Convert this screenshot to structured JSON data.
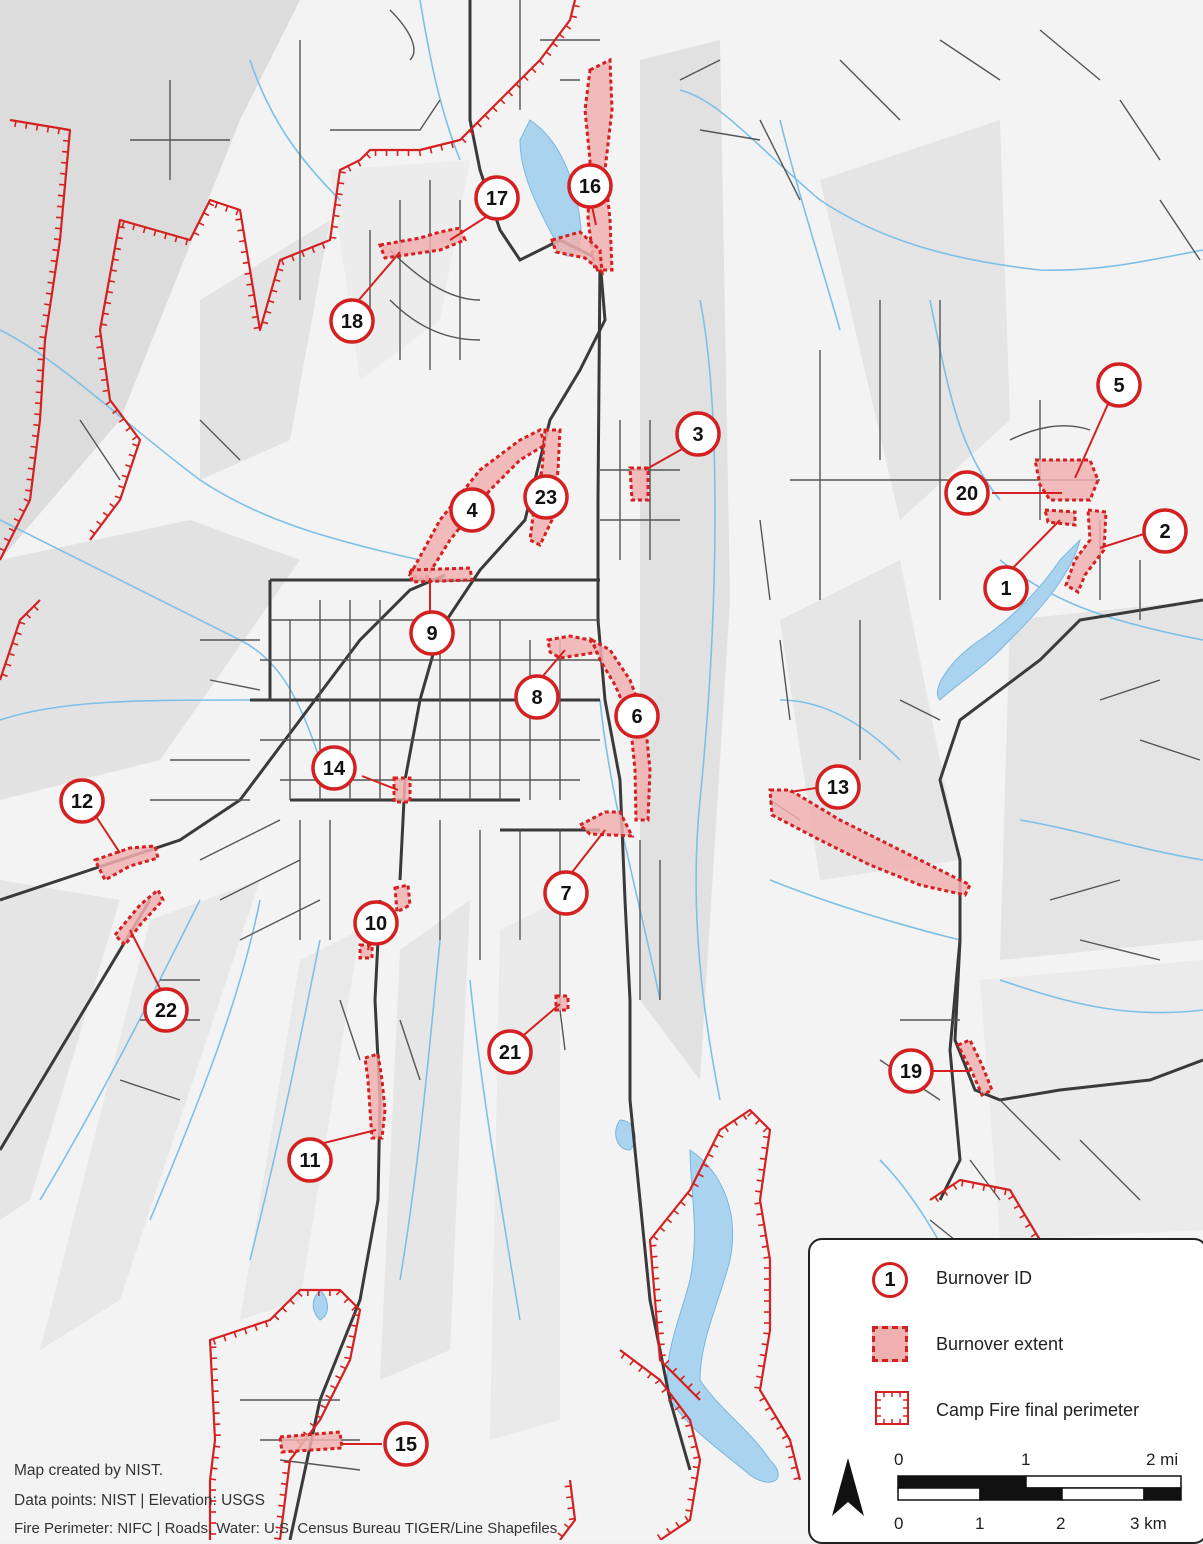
{
  "burnovers": [
    {
      "id": "1",
      "burnover_id": 1
    },
    {
      "id": "2",
      "burnover_id": 2
    },
    {
      "id": "3",
      "burnover_id": 3
    },
    {
      "id": "4",
      "burnover_id": 4
    },
    {
      "id": "5",
      "burnover_id": 5
    },
    {
      "id": "6",
      "burnover_id": 6
    },
    {
      "id": "7",
      "burnover_id": 7
    },
    {
      "id": "8",
      "burnover_id": 8
    },
    {
      "id": "9",
      "burnover_id": 9
    },
    {
      "id": "10",
      "burnover_id": 10
    },
    {
      "id": "11",
      "burnover_id": 11
    },
    {
      "id": "12",
      "burnover_id": 12
    },
    {
      "id": "13",
      "burnover_id": 13
    },
    {
      "id": "14",
      "burnover_id": 14
    },
    {
      "id": "15",
      "burnover_id": 15
    },
    {
      "id": "16",
      "burnover_id": 16
    },
    {
      "id": "17",
      "burnover_id": 17
    },
    {
      "id": "18",
      "burnover_id": 18
    },
    {
      "id": "19",
      "burnover_id": 19
    },
    {
      "id": "20",
      "burnover_id": 20
    },
    {
      "id": "21",
      "burnover_id": 21
    },
    {
      "id": "22",
      "burnover_id": 22
    },
    {
      "id": "23",
      "burnover_id": 23
    }
  ],
  "legend": {
    "sample_id": "1",
    "burnover_id_label": "Burnover ID",
    "burnover_extent_label": "Burnover extent",
    "perimeter_label": "Camp Fire final perimeter"
  },
  "scale": {
    "mi_labels": [
      "0",
      "1",
      "2 mi"
    ],
    "km_labels": [
      "0",
      "1",
      "2",
      "3 km"
    ]
  },
  "credits": {
    "line1": "Map created by NIST.",
    "line2": "Data points: NIST | Elevation: USGS",
    "line3": "Fire Perimeter: NIFC | Roads, Water: U.S. Census Bureau TIGER/Line Shapefiles"
  },
  "colors": {
    "perimeter": "#d42020",
    "extent_fill": "#f0b0b0",
    "water": "#a9d3ee",
    "stream": "#7cc0e8",
    "road": "#333333"
  }
}
